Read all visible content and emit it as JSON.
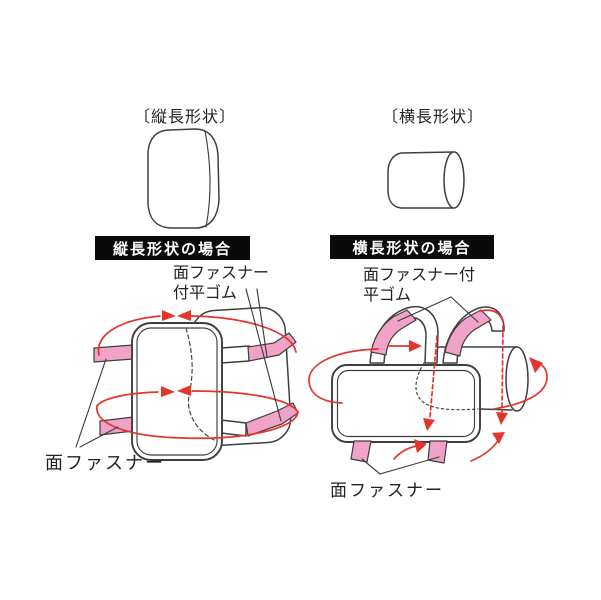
{
  "colors": {
    "strap-pink": "#F1A2C7",
    "arrow-red": "#E5342C",
    "line-dark": "#3E3E3E",
    "banner-bg": "#0a0a0a",
    "banner-text": "#ffffff"
  },
  "samples": {
    "vertical": "〔縦長形状〕",
    "horizontal": "〔横長形状〕"
  },
  "left_section": {
    "banner": "縦長形状の場合",
    "strap_label_line1": "面ファスナー",
    "strap_label_line2": "付平ゴム",
    "velcro_label": "面ファスナー"
  },
  "right_section": {
    "banner": "横長形状の場合",
    "strap_label_line1": "面ファスナー付",
    "strap_label_line2": "平ゴム",
    "velcro_label": "面ファスナー"
  }
}
